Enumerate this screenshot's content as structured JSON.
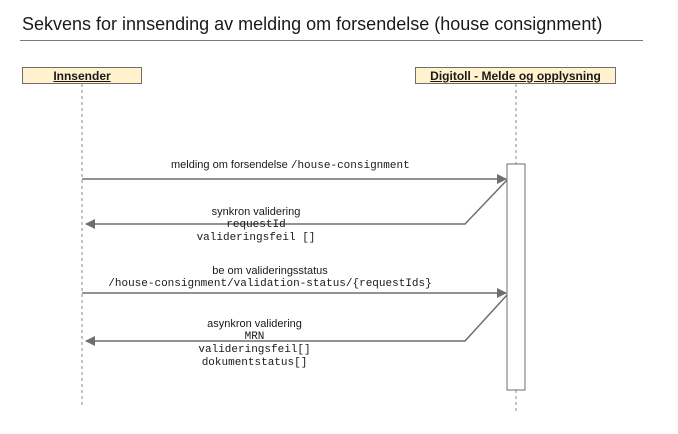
{
  "title": "Sekvens for innsending av melding om forsendelse (house consignment)",
  "actors": {
    "innsender": "Innsender",
    "digitoll": "Digitoll - Melde og opplysning"
  },
  "messages": {
    "m1": {
      "text": "melding om forsendelse",
      "path": "/house-consignment"
    },
    "m2": {
      "line1": "synkron validering",
      "line2": "requestId",
      "line3": "valideringsfeil []"
    },
    "m3": {
      "line1": "be om valideringsstatus",
      "line2": "/house-consignment/validation-status/{requestIds}"
    },
    "m4": {
      "line1": "asynkron validering",
      "line2": "MRN",
      "line3": "valideringsfeil[]",
      "line4": "dokumentstatus[]"
    }
  },
  "colors": {
    "actor_fill": "#fff2cc",
    "line": "#6e6e6e"
  }
}
